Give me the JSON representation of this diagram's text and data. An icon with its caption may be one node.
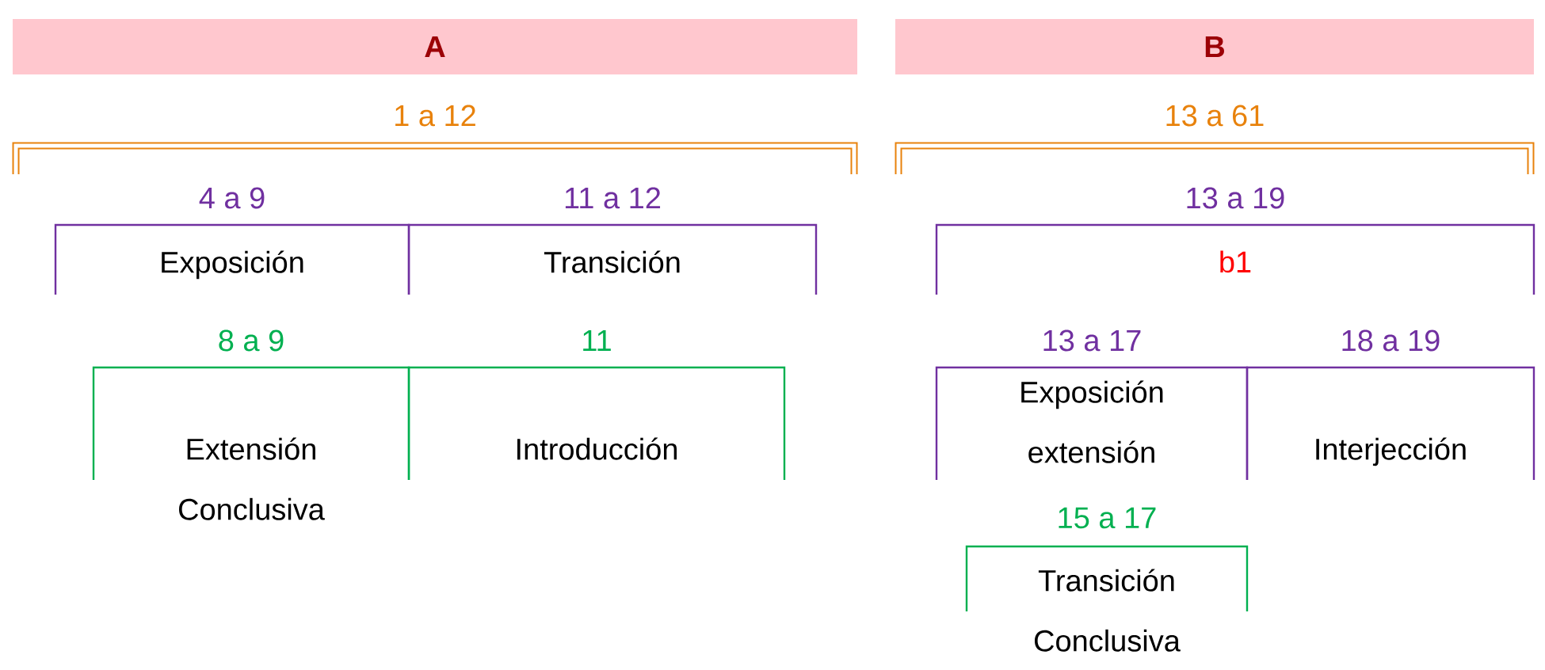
{
  "diagram": {
    "nodes": [
      {
        "text": [
          "A"
        ]
      },
      {
        "text": [
          "B"
        ]
      },
      {
        "text": [
          "1 a 12"
        ]
      },
      {
        "text": [
          "4 a 9",
          "Exposición"
        ]
      },
      {
        "text": [
          "11 a 12",
          "Transición"
        ]
      },
      {
        "text": [
          "8 a 9",
          "Extensión Conclusiva"
        ]
      },
      {
        "text": [
          "11",
          "Introducción"
        ]
      },
      {
        "text": [
          "13 a 61"
        ]
      },
      {
        "text": [
          "13 a 19",
          "b1"
        ]
      },
      {
        "text": [
          "13 a 17",
          "Exposición extensión"
        ]
      },
      {
        "text": [
          "18 a 19",
          "Interjección"
        ]
      },
      {
        "text": [
          "15 a 17",
          "Transición Conclusiva"
        ]
      }
    ]
  }
}
